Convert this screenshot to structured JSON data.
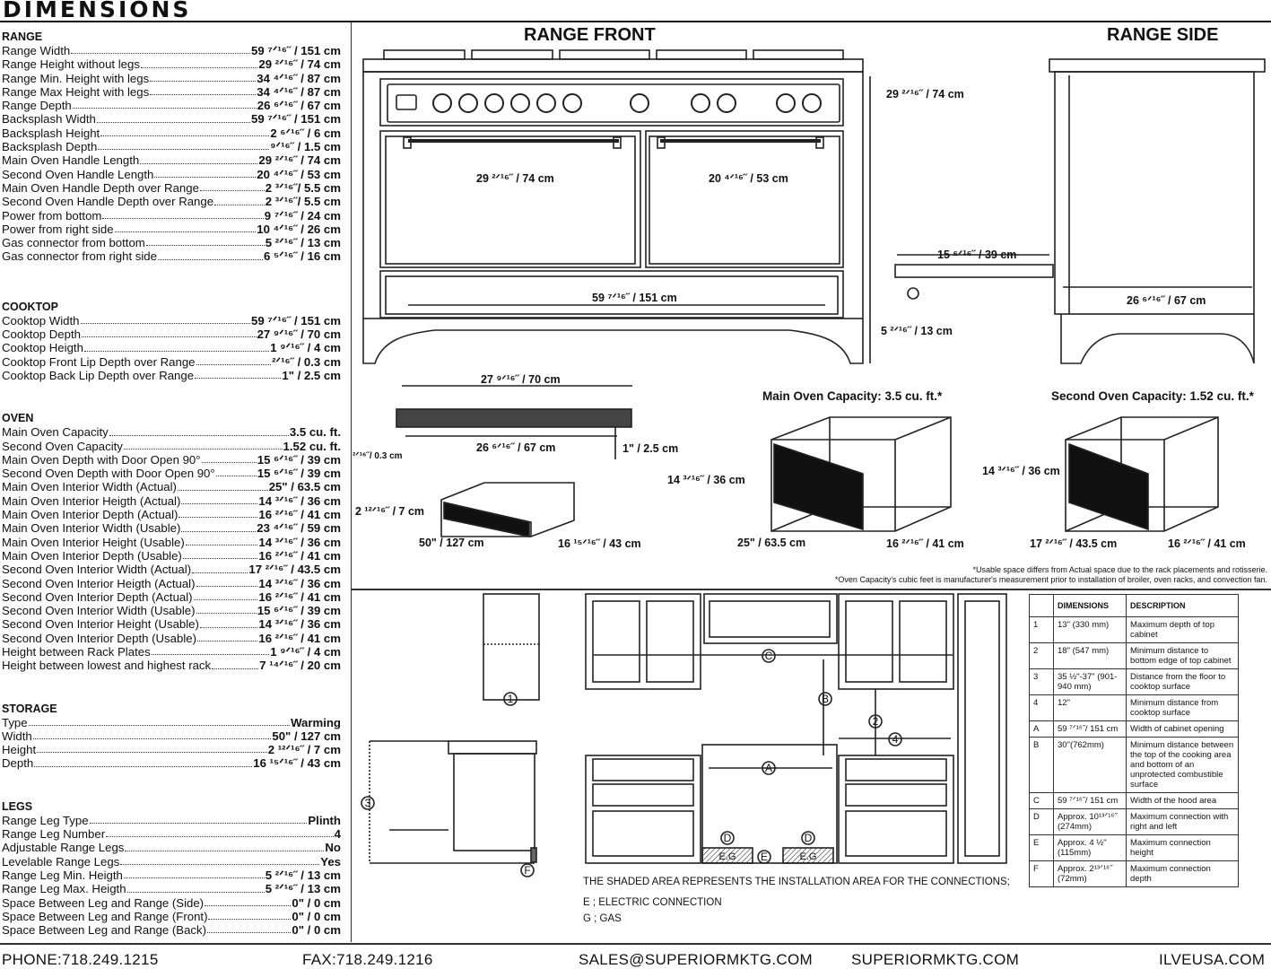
{
  "page": {
    "title": "DIMENSIONS"
  },
  "range": {
    "heading": "RANGE",
    "rows": [
      {
        "label": "Range Width",
        "value": "59 ⁷ᐟ¹⁶˝ / 151 cm"
      },
      {
        "label": "Range Height without legs",
        "value": "29 ²ᐟ¹⁶˝ / 74 cm"
      },
      {
        "label": "Range Min. Height with legs",
        "value": "34 ⁴ᐟ¹⁶˝ / 87 cm"
      },
      {
        "label": "Range Max Height with legs",
        "value": "34 ⁴ᐟ¹⁶˝ / 87 cm"
      },
      {
        "label": "Range Depth",
        "value": "26 ⁶ᐟ¹⁶˝ / 67 cm"
      },
      {
        "label": "Backsplash Width",
        "value": "59 ⁷ᐟ¹⁶˝ / 151 cm"
      },
      {
        "label": "Backsplash Height",
        "value": "2 ⁶ᐟ¹⁶˝ / 6 cm"
      },
      {
        "label": "Backsplash Depth",
        "value": "⁹ᐟ¹⁶˝ / 1.5 cm"
      },
      {
        "label": "Main Oven Handle Length",
        "value": "29 ²ᐟ¹⁶˝ / 74 cm"
      },
      {
        "label": "Second Oven Handle Length",
        "value": "20 ⁴ᐟ¹⁶˝ / 53 cm"
      },
      {
        "label": "Main Oven Handle Depth over Range",
        "value": "2 ³ᐟ¹⁶˝/ 5.5 cm"
      },
      {
        "label": "Second Oven Handle Depth over Range",
        "value": "2 ³ᐟ¹⁶˝/ 5.5 cm"
      },
      {
        "label": "Power from bottom",
        "value": "9 ⁷ᐟ¹⁶˝ / 24 cm"
      },
      {
        "label": "Power from right side",
        "value": "10 ⁴ᐟ¹⁶˝ / 26 cm"
      },
      {
        "label": "Gas connector from bottom",
        "value": "5 ²ᐟ¹⁶˝ / 13 cm"
      },
      {
        "label": "Gas connector from right side",
        "value": "6 ⁵ᐟ¹⁶˝ / 16 cm"
      }
    ]
  },
  "cooktop": {
    "heading": "COOKTOP",
    "rows": [
      {
        "label": "Cooktop Width",
        "value": "59 ⁷ᐟ¹⁶˝ / 151 cm"
      },
      {
        "label": "Cooktop Depth",
        "value": "27 ⁹ᐟ¹⁶˝ / 70 cm"
      },
      {
        "label": "Cooktop Heigth",
        "value": "1 ⁹ᐟ¹⁶˝ / 4 cm"
      },
      {
        "label": "Cooktop Front Lip Depth over Range",
        "value": "²ᐟ¹⁶˝ / 0.3 cm"
      },
      {
        "label": "Cooktop Back Lip Depth over Range",
        "value": "1\" / 2.5 cm"
      }
    ]
  },
  "oven": {
    "heading": "OVEN",
    "rows": [
      {
        "label": "Main Oven Capacity",
        "value": "3.5 cu. ft."
      },
      {
        "label": "Second Oven Capacity",
        "value": "1.52 cu. ft."
      },
      {
        "label": "Main Oven Depth with Door Open 90°",
        "value": "15 ⁶ᐟ¹⁶˝ / 39 cm"
      },
      {
        "label": "Second Oven Depth with Door Open 90°",
        "value": "15 ⁶ᐟ¹⁶˝ / 39 cm"
      },
      {
        "label": "Main Oven Interior Width (Actual)",
        "value": "25\" / 63.5 cm"
      },
      {
        "label": "Main Oven Interior Heigth (Actual)",
        "value": "14 ³ᐟ¹⁶˝ / 36 cm"
      },
      {
        "label": "Main Oven Interior Depth (Actual)",
        "value": "16 ²ᐟ¹⁶˝ / 41 cm"
      },
      {
        "label": "Main Oven Interior Width (Usable)",
        "value": "23 ⁴ᐟ¹⁶˝ / 59 cm"
      },
      {
        "label": "Main Oven Interior Height (Usable)",
        "value": "14 ³ᐟ¹⁶˝ / 36 cm"
      },
      {
        "label": "Main Oven Interior Depth (Usable)",
        "value": "16 ²ᐟ¹⁶˝ / 41 cm"
      },
      {
        "label": "Second Oven Interior Width (Actual)",
        "value": "17 ²ᐟ¹⁶˝ / 43.5 cm"
      },
      {
        "label": "Second Oven Interior Heigth (Actual)",
        "value": "14 ³ᐟ¹⁶˝ / 36 cm"
      },
      {
        "label": "Second Oven Interior Depth (Actual)",
        "value": "16 ²ᐟ¹⁶˝ / 41 cm"
      },
      {
        "label": "Second Oven Interior Width (Usable)",
        "value": "15 ⁶ᐟ¹⁶˝ / 39 cm"
      },
      {
        "label": "Second Oven Interior Height (Usable)",
        "value": "14 ³ᐟ¹⁶˝ / 36 cm"
      },
      {
        "label": "Second Oven Interior Depth (Usable)",
        "value": "16 ²ᐟ¹⁶˝ / 41 cm"
      },
      {
        "label": "Height between Rack Plates",
        "value": "1 ⁹ᐟ¹⁶˝ / 4 cm"
      },
      {
        "label": "Height between lowest and highest rack",
        "value": "7 ¹⁴ᐟ¹⁶˝ / 20 cm"
      }
    ]
  },
  "storage": {
    "heading": "STORAGE",
    "rows": [
      {
        "label": "Type",
        "value": "Warming"
      },
      {
        "label": "Width",
        "value": "50\" / 127 cm"
      },
      {
        "label": "Height",
        "value": "2 ¹²ᐟ¹⁶˝ / 7 cm"
      },
      {
        "label": "Depth",
        "value": "16 ¹⁵ᐟ¹⁶˝ / 43 cm"
      }
    ]
  },
  "legs": {
    "heading": "LEGS",
    "rows": [
      {
        "label": "Range Leg Type",
        "value": "Plinth"
      },
      {
        "label": "Range Leg Number",
        "value": "4"
      },
      {
        "label": "Adjustable Range Legs",
        "value": "No"
      },
      {
        "label": "Levelable Range Legs",
        "value": "Yes"
      },
      {
        "label": "Range Leg Min. Heigth",
        "value": "5 ²ᐟ¹⁶˝ / 13 cm"
      },
      {
        "label": "Range Leg Max. Heigth",
        "value": "5 ²ᐟ¹⁶˝ / 13 cm"
      },
      {
        "label": "Space Between Leg and Range (Side)",
        "value": "0\" / 0 cm"
      },
      {
        "label": "Space Between Leg and Range (Front)",
        "value": "0\" / 0 cm"
      },
      {
        "label": "Space Between Leg and Range (Back)",
        "value": "0\" / 0 cm"
      }
    ]
  },
  "drawings": {
    "range_front": {
      "title": "RANGE FRONT",
      "height": "29 ²ᐟ¹⁶˝ / 74 cm",
      "main_handle": "29 ²ᐟ¹⁶˝ / 74 cm",
      "second_handle": "20 ⁴ᐟ¹⁶˝ / 53 cm",
      "width": "59 ⁷ᐟ¹⁶˝ / 151 cm",
      "leg": "5 ²ᐟ¹⁶˝ / 13 cm"
    },
    "range_side": {
      "title": "RANGE SIDE",
      "door": "15 ⁶ᐟ¹⁶˝ / 39 cm",
      "depth": "26 ⁶ᐟ¹⁶˝ / 67 cm"
    },
    "cooktop": {
      "depth": "27 ⁹ᐟ¹⁶˝ / 70 cm",
      "inner": "26 ⁶ᐟ¹⁶˝ / 67 cm",
      "back_lip": "1\" / 2.5 cm",
      "front_lip": "²ᐟ¹⁶˝/ 0.3 cm"
    },
    "drawer": {
      "height": "2 ¹²ᐟ¹⁶˝ / 7 cm",
      "width": "50\" / 127 cm",
      "depth": "16 ¹⁵ᐟ¹⁶˝ / 43 cm"
    },
    "main_oven": {
      "title": "Main Oven Capacity: 3.5 cu. ft.*",
      "height": "14 ³ᐟ¹⁶˝ / 36 cm",
      "width": "25\" / 63.5 cm",
      "depth": "16 ²ᐟ¹⁶˝ / 41 cm"
    },
    "second_oven": {
      "title": "Second Oven Capacity: 1.52 cu. ft.*",
      "height": "14 ³ᐟ¹⁶˝ / 36 cm",
      "width": "17 ²ᐟ¹⁶˝ / 43.5 cm",
      "depth": "16 ²ᐟ¹⁶˝ / 41 cm"
    },
    "note1": "*Usable space differs from Actual space due to the rack placements and rotisserie.",
    "note2": "*Oven Capacity's cubic feet is manufacturer's measurement prior to installation of broiler, oven racks, and convection fan.",
    "install_note": "THE SHADED AREA REPRESENTS THE INSTALLATION AREA FOR THE CONNECTIONS;",
    "legend_e": "E ; ELECTRIC CONNECTION",
    "legend_g": "G ; GAS",
    "marks": {
      "one": "1",
      "two": "2",
      "three": "3",
      "four": "4",
      "a": "A",
      "b": "B",
      "c": "C",
      "d": "D",
      "e": "E",
      "f": "F",
      "eg": "E.G"
    }
  },
  "table": {
    "headers": [
      "DIMENSIONS",
      "DESCRIPTION"
    ],
    "rows": [
      {
        "key": "1",
        "dim": "13\" (330 mm)",
        "desc": "Maximum depth of top cabinet"
      },
      {
        "key": "2",
        "dim": "18\" (547 mm)",
        "desc": "Minimum distance to bottom edge of top cabinet"
      },
      {
        "key": "3",
        "dim": "35 ½\"-37\" (901-940 mm)",
        "desc": "Distance from the floor to cooktop surface"
      },
      {
        "key": "4",
        "dim": "12\"",
        "desc": "Minimum distance from cooktop surface"
      },
      {
        "key": "A",
        "dim": "59 ⁷ᐟ¹⁶˝/ 151 cm",
        "desc": "Width of cabinet opening"
      },
      {
        "key": "B",
        "dim": "30\"(762mm)",
        "desc": "Minimum distance between the top of the cooking area and bottom of an unprotected combustible surface"
      },
      {
        "key": "C",
        "dim": "59 ⁷ᐟ¹⁶˝/ 151 cm",
        "desc": "Width of the hood area"
      },
      {
        "key": "D",
        "dim": "Approx. 10¹³ᐟ¹⁶˝ (274mm)",
        "desc": "Maximum connection with right and left"
      },
      {
        "key": "E",
        "dim": "Approx. 4 ½\" (115mm)",
        "desc": "Maximum connection height"
      },
      {
        "key": "F",
        "dim": "Approx. 2¹³ᐟ¹⁶˝ (72mm)",
        "desc": "Maximum connection depth"
      }
    ]
  },
  "footer": {
    "phone": "PHONE:718.249.1215",
    "fax": "FAX:718.249.1216",
    "email": "SALES@SUPERIORMKTG.COM",
    "site": "SUPERIORMKTG.COM",
    "brand_site": "ILVEUSA.COM"
  }
}
